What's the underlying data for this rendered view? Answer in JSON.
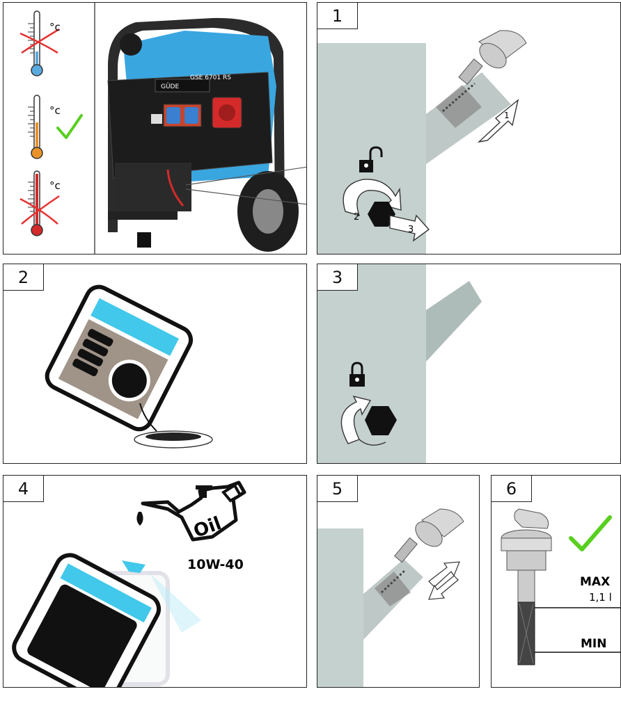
{
  "panels": {
    "p0": {
      "thermo_unit": "°c"
    },
    "p0b": {
      "brand": "GÜDE",
      "model": "GSE 6701 RS"
    },
    "p1": {
      "number": "1",
      "step2": "2",
      "step3": "3",
      "arrow_num": "1"
    },
    "p2": {
      "number": "2"
    },
    "p3": {
      "number": "3"
    },
    "p4": {
      "number": "4",
      "oil_label": "Oil",
      "oil_grade": "10W-40"
    },
    "p5": {
      "number": "5"
    },
    "p6": {
      "number": "6",
      "max_label": "MAX",
      "capacity": "1,1 l",
      "min_label": "MIN"
    }
  },
  "colors": {
    "wall": "#c5d1cf",
    "tube": "#aebcb9",
    "cyan": "#41c8ea",
    "brown": "#a09388",
    "check": "#57cf1f",
    "cross": "#e73030"
  }
}
